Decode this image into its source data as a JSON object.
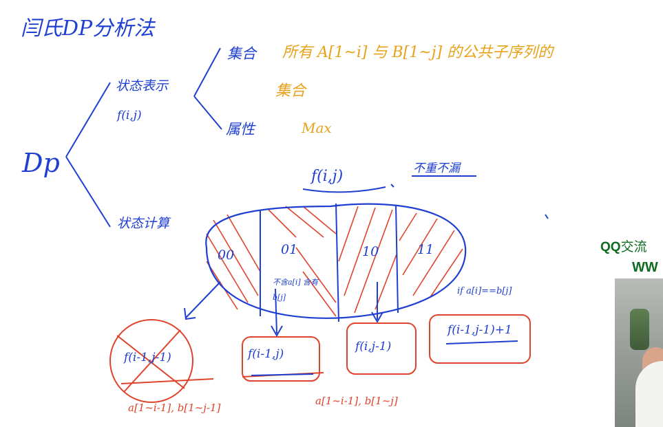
{
  "title": "闫氏DP分析法",
  "root": "Dp",
  "state_repr": {
    "label": "状态表示",
    "formula": "f(i,j)"
  },
  "set": {
    "label": "集合",
    "desc_line1": "所有 A[1~i] 与 B[1~j] 的公共子序列的",
    "desc_line2": "集合"
  },
  "property": {
    "label": "属性",
    "value": "Max"
  },
  "state_calc": {
    "label": "状态计算"
  },
  "partition": {
    "title": "f(i,j)",
    "note": "不重不漏"
  },
  "regions": [
    {
      "code": "00",
      "annotation": "",
      "result": "f(i-1,j-1)"
    },
    {
      "code": "01",
      "annotation": "不含a[i] 含有b[j]",
      "result": "f(i-1,j)"
    },
    {
      "code": "10",
      "annotation": "",
      "result": "f(i,j-1)"
    },
    {
      "code": "11",
      "annotation": "if a[i]==b[j]",
      "result": "f(i-1,j-1)+1"
    }
  ],
  "bottom_notes": {
    "left": "a[1~i-1], b[1~j-1]",
    "middle": "a[1~i-1], b[1~j]"
  },
  "watermark": {
    "line1_qq": "QQ",
    "line1_rest": "交流",
    "line2": "WW"
  },
  "colors": {
    "blue": "#1f3fd0",
    "orange": "#e8a21a",
    "red": "#e0432c",
    "green": "#0d6b1f"
  },
  "webcam": {
    "icon": "presenter-video-icon"
  }
}
